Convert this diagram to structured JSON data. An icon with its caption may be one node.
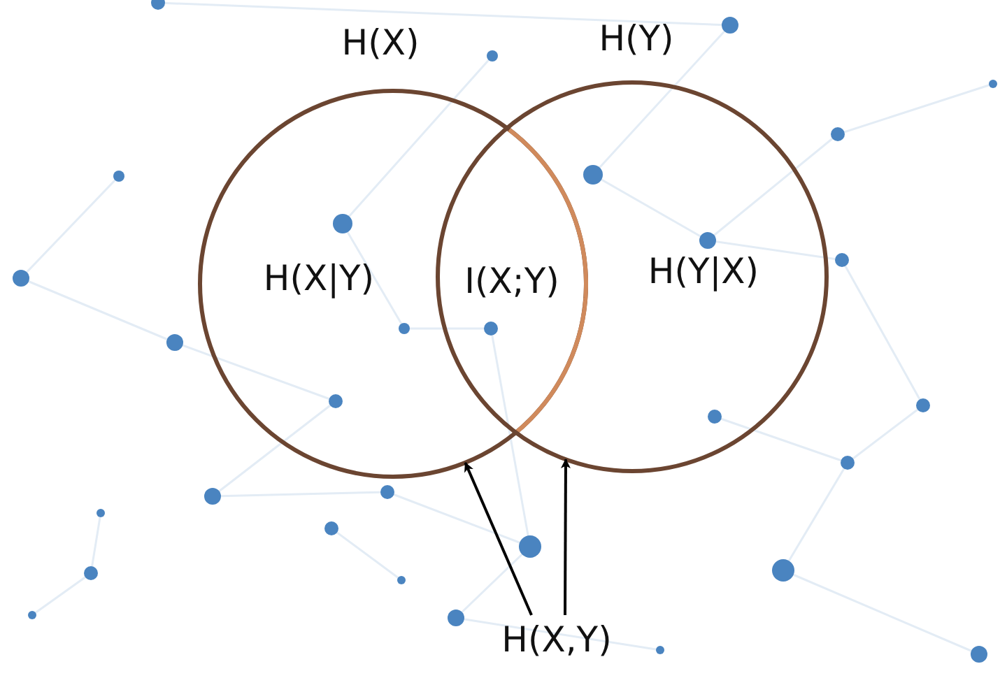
{
  "diagram": {
    "nodes": [
      {
        "text": [
          "H(X)",
          "H(X|Y)"
        ]
      },
      {
        "text": [
          "H(Y)",
          "H(Y|X)"
        ]
      },
      {
        "text": [
          "H(X,Y)"
        ]
      }
    ],
    "edges": [
      {
        "from": 2,
        "to": 0,
        "arrow": "to"
      },
      {
        "from": 2,
        "to": 1,
        "arrow": "to"
      }
    ],
    "labels": [
      "I(X;Y)"
    ]
  }
}
